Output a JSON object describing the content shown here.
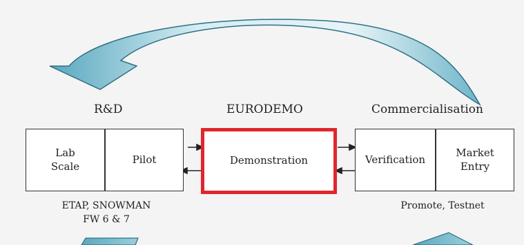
{
  "headers": {
    "rd": "R&D",
    "eurodemo": "EURODEMO",
    "commercialisation": "Commercialisation"
  },
  "boxes": {
    "lab_scale": [
      "Lab",
      "Scale"
    ],
    "pilot": "Pilot",
    "demonstration": "Demonstration",
    "verification": "Verification",
    "market_entry": [
      "Market",
      "Entry"
    ]
  },
  "footers": {
    "rd_programs": [
      "ETAP, SNOWMAN",
      "FW 6 & 7"
    ],
    "commercial_programs": "Promote, Testnet"
  },
  "colors": {
    "arrow_fill_light": "#c9e6ee",
    "arrow_fill_dark": "#5aa8bf",
    "highlight_border": "#e0262b",
    "box_border": "#333333"
  },
  "icons": {
    "feedback_arrow": "curved-arrow-left-icon",
    "flow_arrows": "arrow-icon"
  }
}
